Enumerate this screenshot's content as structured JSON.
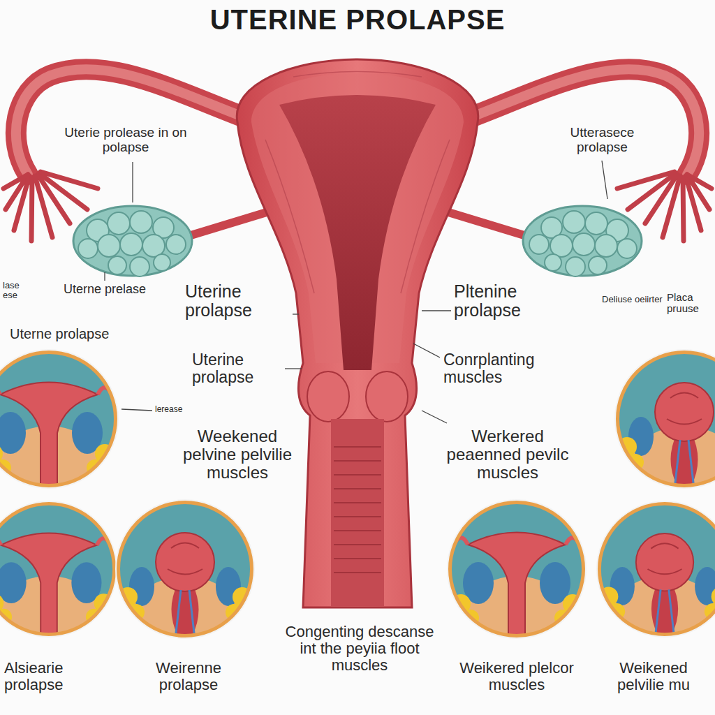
{
  "diagram": {
    "title": "UTERINE PROLAPSE",
    "labels": [
      "Uterie prolease in on polapse",
      "Utterasece prolapse",
      "lase ese",
      "Uterne prelase",
      "Uterne prolapse",
      "Uterine prolapse",
      "Uterine prolapse",
      "Pltenine prolapse",
      "Deliuse oeiirter",
      "Placa pruuse",
      "Conrplanting muscles",
      "lerease",
      "Weekened pelvine pelvilie muscles",
      "Werkered peaenned pevilc muscles",
      "Alsiearie prolapse",
      "Weirenne prolapse",
      "Congenting descanse int the peyiia floot muscles",
      "Weikered plelcor muscles",
      "Weikened pelvilie mu"
    ]
  }
}
